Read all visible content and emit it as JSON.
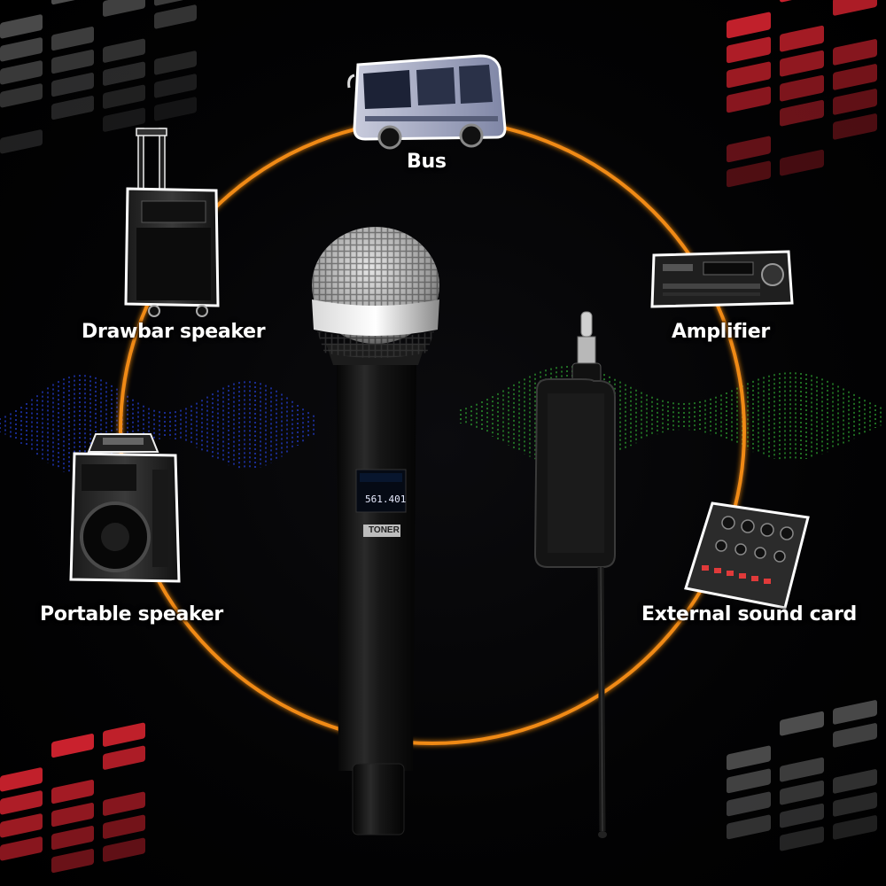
{
  "scene": {
    "description_labels": {
      "bus": "Bus",
      "drawbar_speaker": "Drawbar speaker",
      "amplifier": "Amplifier",
      "portable_speaker": "Portable speaker",
      "external_sound_card": "External sound card"
    },
    "microphone_display": {
      "frequency": "561.401",
      "brand": "TONER"
    },
    "colors": {
      "ring": "#f08a12",
      "equalizer_red": "#d4232f",
      "equalizer_grey": "#5a5a5a",
      "wave_blue": "#2b4bff",
      "wave_green": "#36c23a"
    },
    "icons": [
      "bus-icon",
      "drawbar-speaker-icon",
      "amplifier-icon",
      "portable-speaker-icon",
      "sound-card-icon",
      "microphone-icon",
      "wireless-receiver-icon"
    ]
  }
}
